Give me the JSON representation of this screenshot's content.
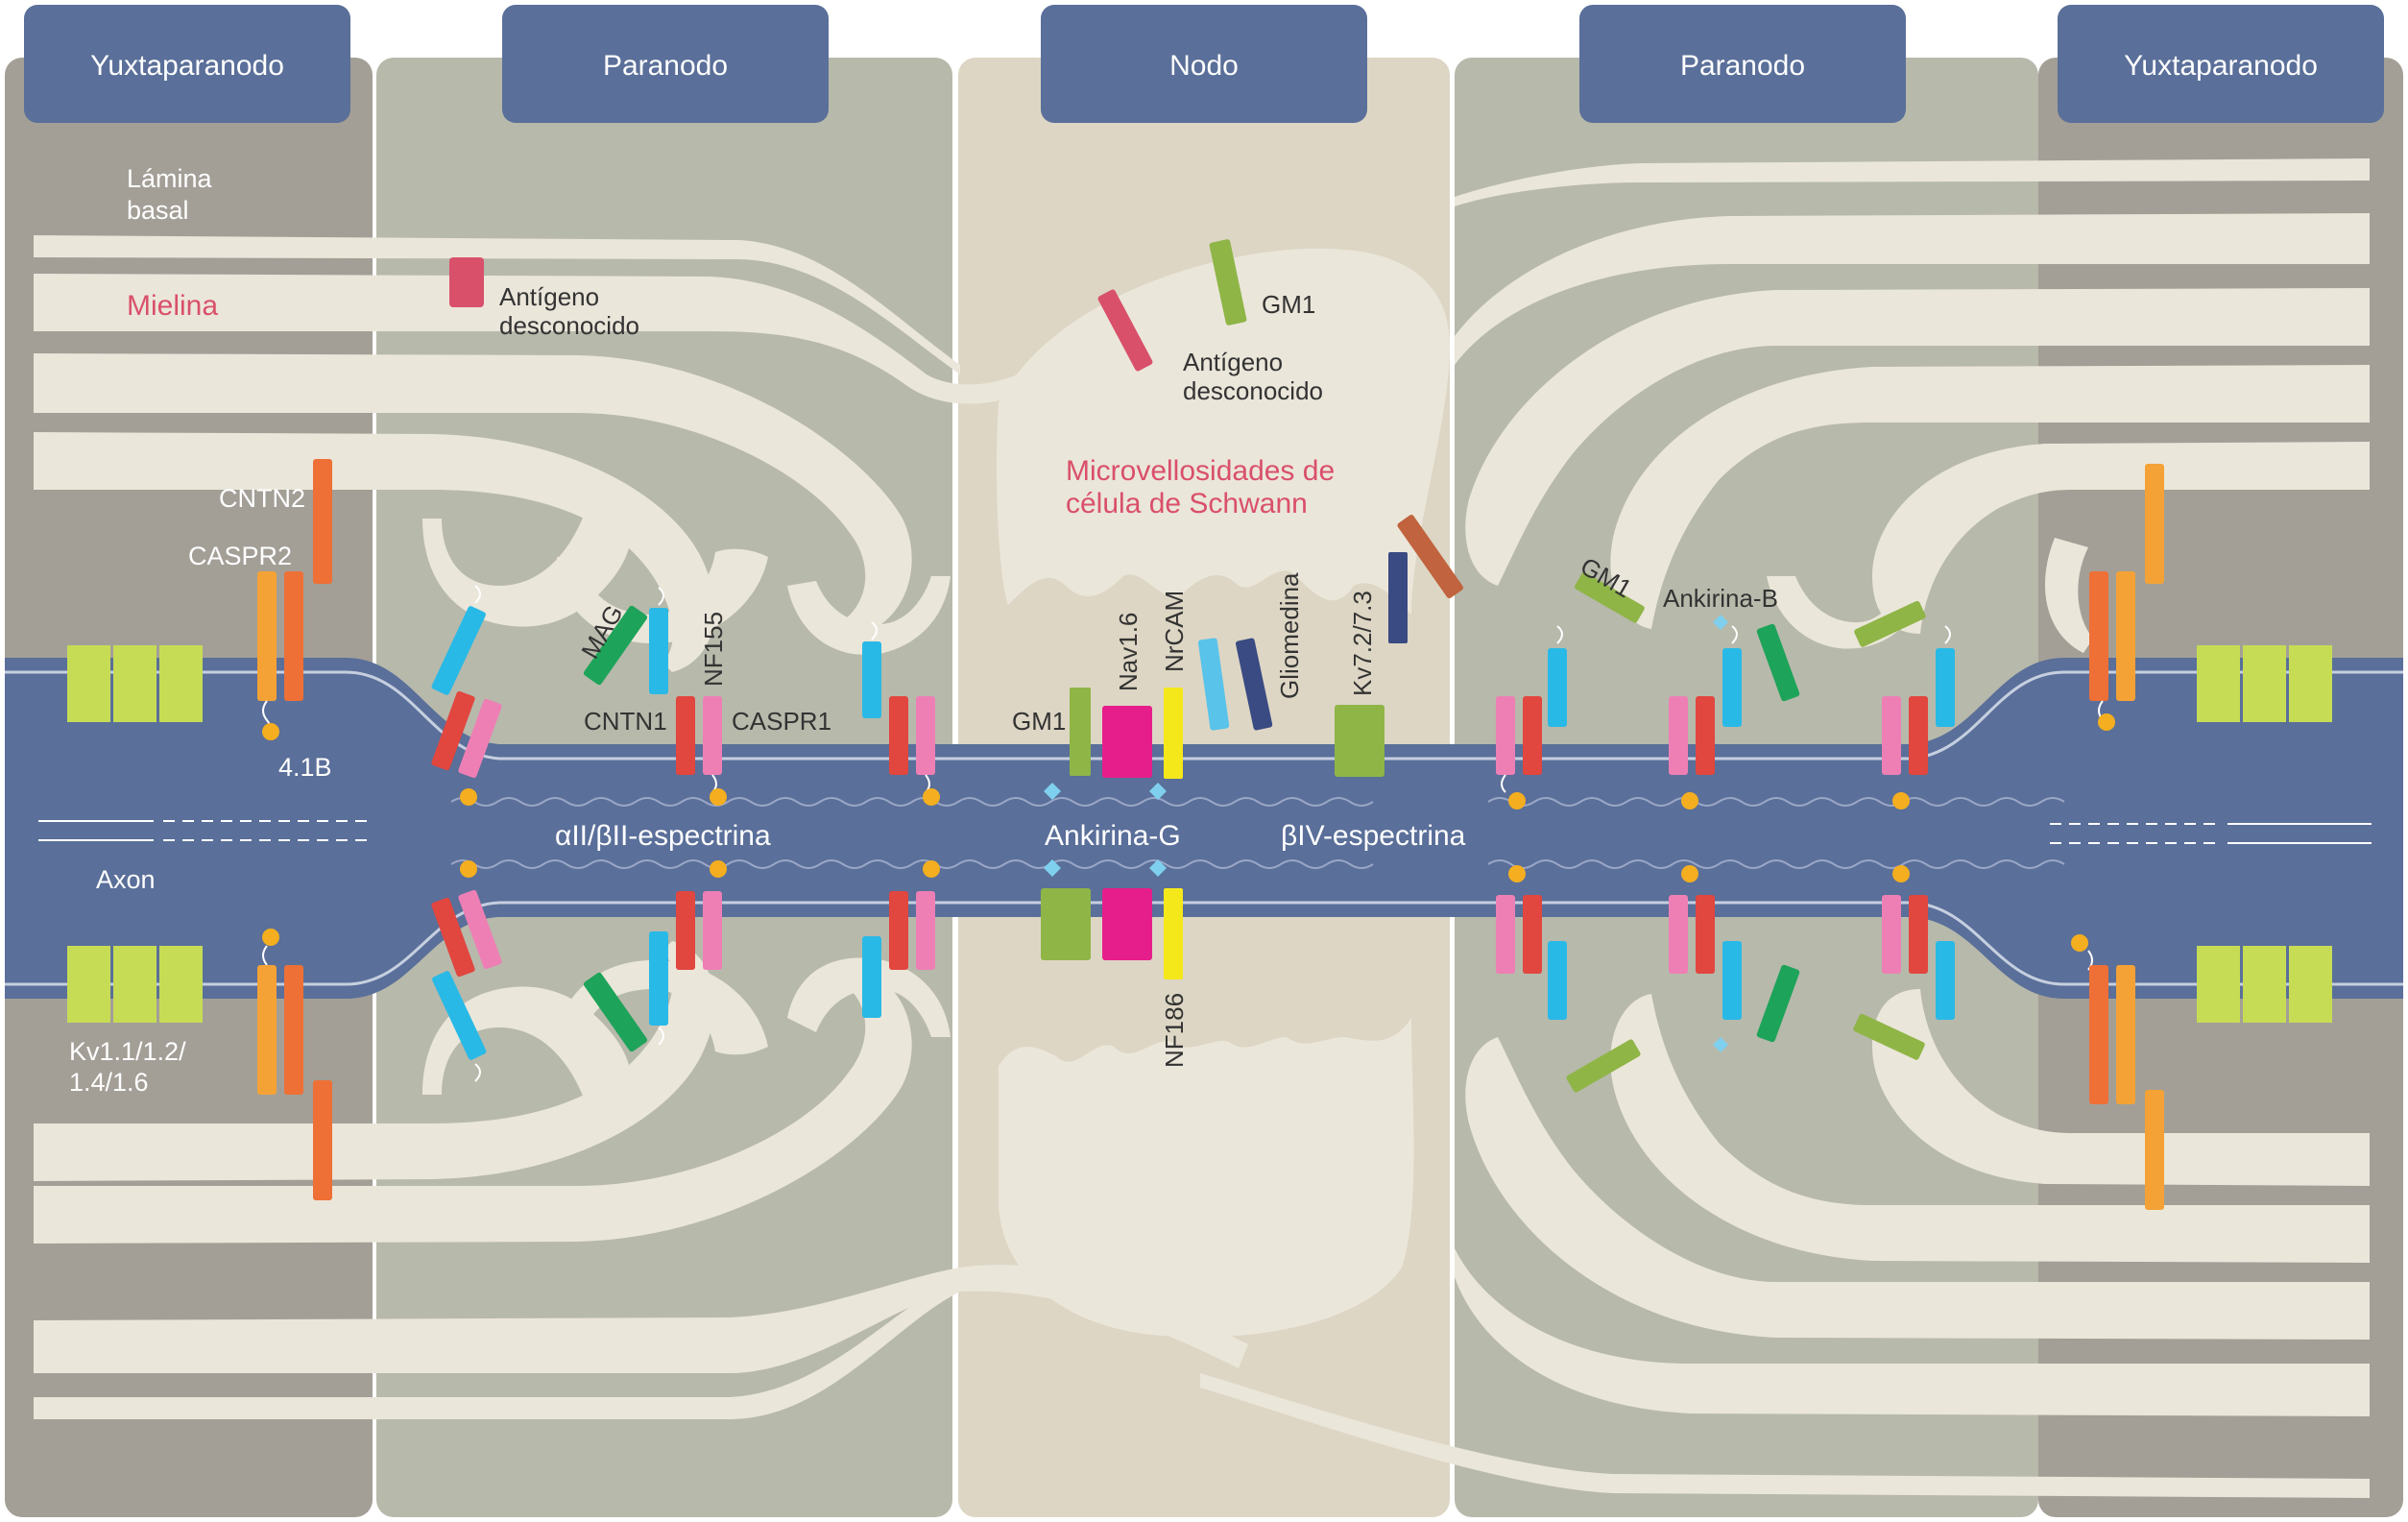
{
  "headers": {
    "left_juxta": "Yuxtaparanodo",
    "left_para": "Paranodo",
    "node": "Nodo",
    "right_para": "Paranodo",
    "right_juxta": "Yuxtaparanodo"
  },
  "labels": {
    "lamina_1": "Lámina",
    "lamina_2": "basal",
    "mielina": "Mielina",
    "axon": "Axon",
    "antigen_left_1": "Antígeno",
    "antigen_left_2": "desconocido",
    "antigen_node_1": "Antígeno",
    "antigen_node_2": "desconocido",
    "gm1_top": "GM1",
    "gm1_node": "GM1",
    "gm1_right": "GM1",
    "microvilli_1": "Microvellosidades de",
    "microvilli_2": "célula de Schwann",
    "cntn2": "CNTN2",
    "caspr2": "CASPR2",
    "b41": "4.1B",
    "kv1_1": "Kv1.1/1.2/",
    "kv1_2": "1.4/1.6",
    "mag": "MAG",
    "nf155": "NF155",
    "cntn1": "CNTN1",
    "caspr1": "CASPR1",
    "spectrin_para": "αII/βII-espectrina",
    "nav16": "Nav1.6",
    "nrcam": "NrCAM",
    "gliomedina": "Gliomedina",
    "kv7": "Kv7.2/7.3",
    "ankirina_g": "Ankirina-G",
    "spectrin_node": "βIV-espectrina",
    "nf186": "NF186",
    "ankirina_b": "Ankirina-B"
  },
  "colors": {
    "header_bg": "#5a6f99",
    "axon": "#5a6f99",
    "juxta_bg": "#a39f97",
    "para_bg": "#b7b9ab",
    "node_bg": "#ddd6c4",
    "myelin": "#ebe6da",
    "kv_channel": "#c6dc55",
    "caspr2": "#f4a236",
    "cntn2": "#ee7036",
    "nf155": "#ee7fb5",
    "caspr1_cntn1": "#e1463f",
    "blue_protein": "#29b9e6",
    "mag": "#1ea35a",
    "gm1": "#8fb547",
    "antigen": "#d9506a",
    "nav": "#e61e8c",
    "nf186": "#f5e81a",
    "nrcam": "#59c3ea",
    "gliomedin": "#3a4b83",
    "kv7": "#8fb547",
    "ankyrin": "#7fd0ee",
    "anchor_dot": "#f4ae1f"
  }
}
